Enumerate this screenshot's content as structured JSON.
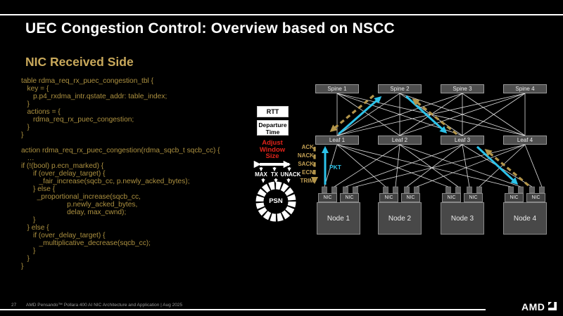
{
  "slide": {
    "title": "UEC Congestion Control: Overview based on NSCC",
    "subtitle": "NIC Received Side",
    "page_number": "27",
    "footer_text": "AMD Pensando™ Pollara 400 AI NIC Architecture and Application  |  Aug 2025",
    "logo_text": "AMD"
  },
  "code_block": "table rdma_req_rx_puec_congestion_tbl {\n   key = {\n      p.p4_rxdma_intr.qstate_addr: table_index;\n   }\n   actions = {\n      rdma_req_rx_puec_congestion;\n   }\n}\n\naction rdma_req_rx_puec_congestion(rdma_sqcb_t sqcb_cc) {\n   …\nif (!(bool) p.ecn_marked) {\n      if (over_delay_target) {\n         _fair_increase(sqcb_cc, p.newly_acked_bytes);\n      } else {\n        _proportional_increase(sqcb_cc,\n                       p.newly_acked_bytes,\n                       delay, max_cwnd);\n      }\n   } else {\n      if (over_delay_target) {\n         _multiplicative_decrease(sqcb_cc);\n      }\n   }\n}",
  "cc_loop": {
    "rtt_label": "RTT",
    "departure_time_label": "Departure Time",
    "adjust_window_label": "Adjust Window Size",
    "pointer_labels": [
      "MAX",
      "TX",
      "UNACK"
    ],
    "ring_label": "PSN"
  },
  "topology": {
    "spines": [
      "Spine 1",
      "Spine 2",
      "Spine 3",
      "Spine 4"
    ],
    "leaves": [
      "Leaf 1",
      "Leaf 2",
      "Leaf 3",
      "Leaf 4"
    ],
    "nodes": [
      "Node 1",
      "Node 2",
      "Node 3",
      "Node 4"
    ],
    "nic_label": "NIC",
    "feedback_labels": [
      "ACK",
      "NACK",
      "SACK",
      "ECN",
      "TRIM"
    ],
    "packet_label": "PKT"
  },
  "colors": {
    "accent_gold": "#C9A95B",
    "code_gold": "#AD9140",
    "packet_cyan": "#2CC3EA",
    "feedback_gold": "#B4964B",
    "alert_red": "#E3231A"
  }
}
